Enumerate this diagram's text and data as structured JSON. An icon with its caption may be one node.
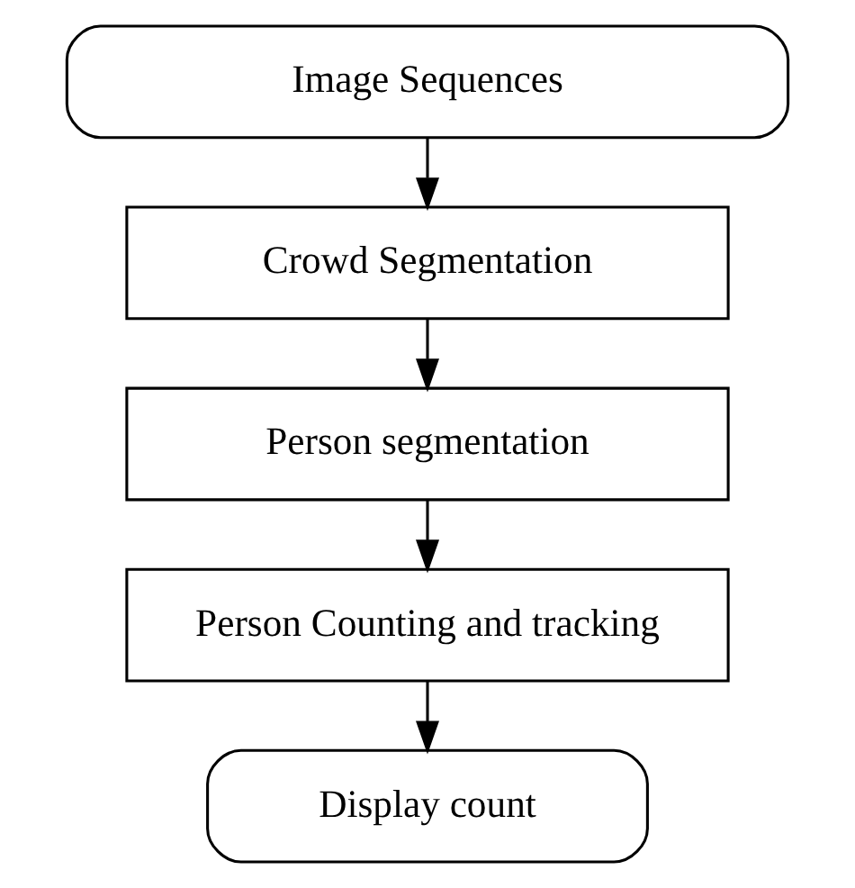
{
  "diagram": {
    "nodes": [
      {
        "text": [
          "Image Sequences"
        ]
      },
      {
        "text": [
          "Crowd Segmentation"
        ]
      },
      {
        "text": [
          "Person segmentation"
        ]
      },
      {
        "text": [
          "Person Counting and tracking"
        ]
      },
      {
        "text": [
          "Display count"
        ]
      }
    ],
    "edges": [
      {
        "from": 0,
        "to": 1,
        "arrow": "to"
      },
      {
        "from": 1,
        "to": 2,
        "arrow": "to"
      },
      {
        "from": 2,
        "to": 3,
        "arrow": "to"
      },
      {
        "from": 3,
        "to": 4,
        "arrow": "to"
      }
    ]
  }
}
